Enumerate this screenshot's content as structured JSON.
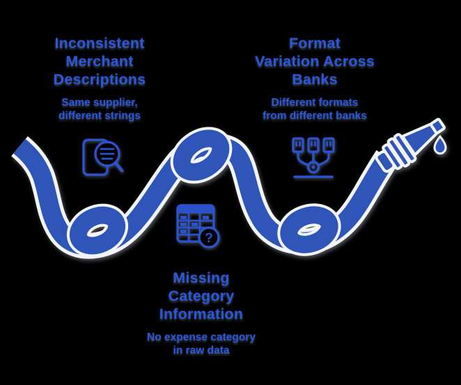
{
  "background_color": "#000000",
  "accent": {
    "rope_color": "#2e55b7",
    "rope_outline_color": "#f2f4f7",
    "text_color": "#2b57dd",
    "icon_color": "#2b51cb"
  },
  "callouts": [
    {
      "id": "inconsistent-merchant-descriptions",
      "title_lines": [
        "Inconsistent",
        "Merchant",
        "Descriptions"
      ],
      "subtitle_lines": [
        "Same supplier,",
        "different strings"
      ],
      "icon": "document-search-icon"
    },
    {
      "id": "format-variation-across-banks",
      "title_lines": [
        "Format",
        "Variation Across",
        "Banks"
      ],
      "subtitle_lines": [
        "Different formats",
        "from different banks"
      ],
      "icon": "bank-sources-hub-icon"
    },
    {
      "id": "missing-category-information",
      "title_lines": [
        "Missing",
        "Category",
        "Information"
      ],
      "subtitle_lines": [
        "No expense category",
        "in raw data"
      ],
      "icon": "table-question-icon"
    }
  ],
  "icons": {
    "question_mark": "?"
  },
  "illustration": {
    "knots": 3,
    "endpoint": "dripping-nozzle"
  }
}
